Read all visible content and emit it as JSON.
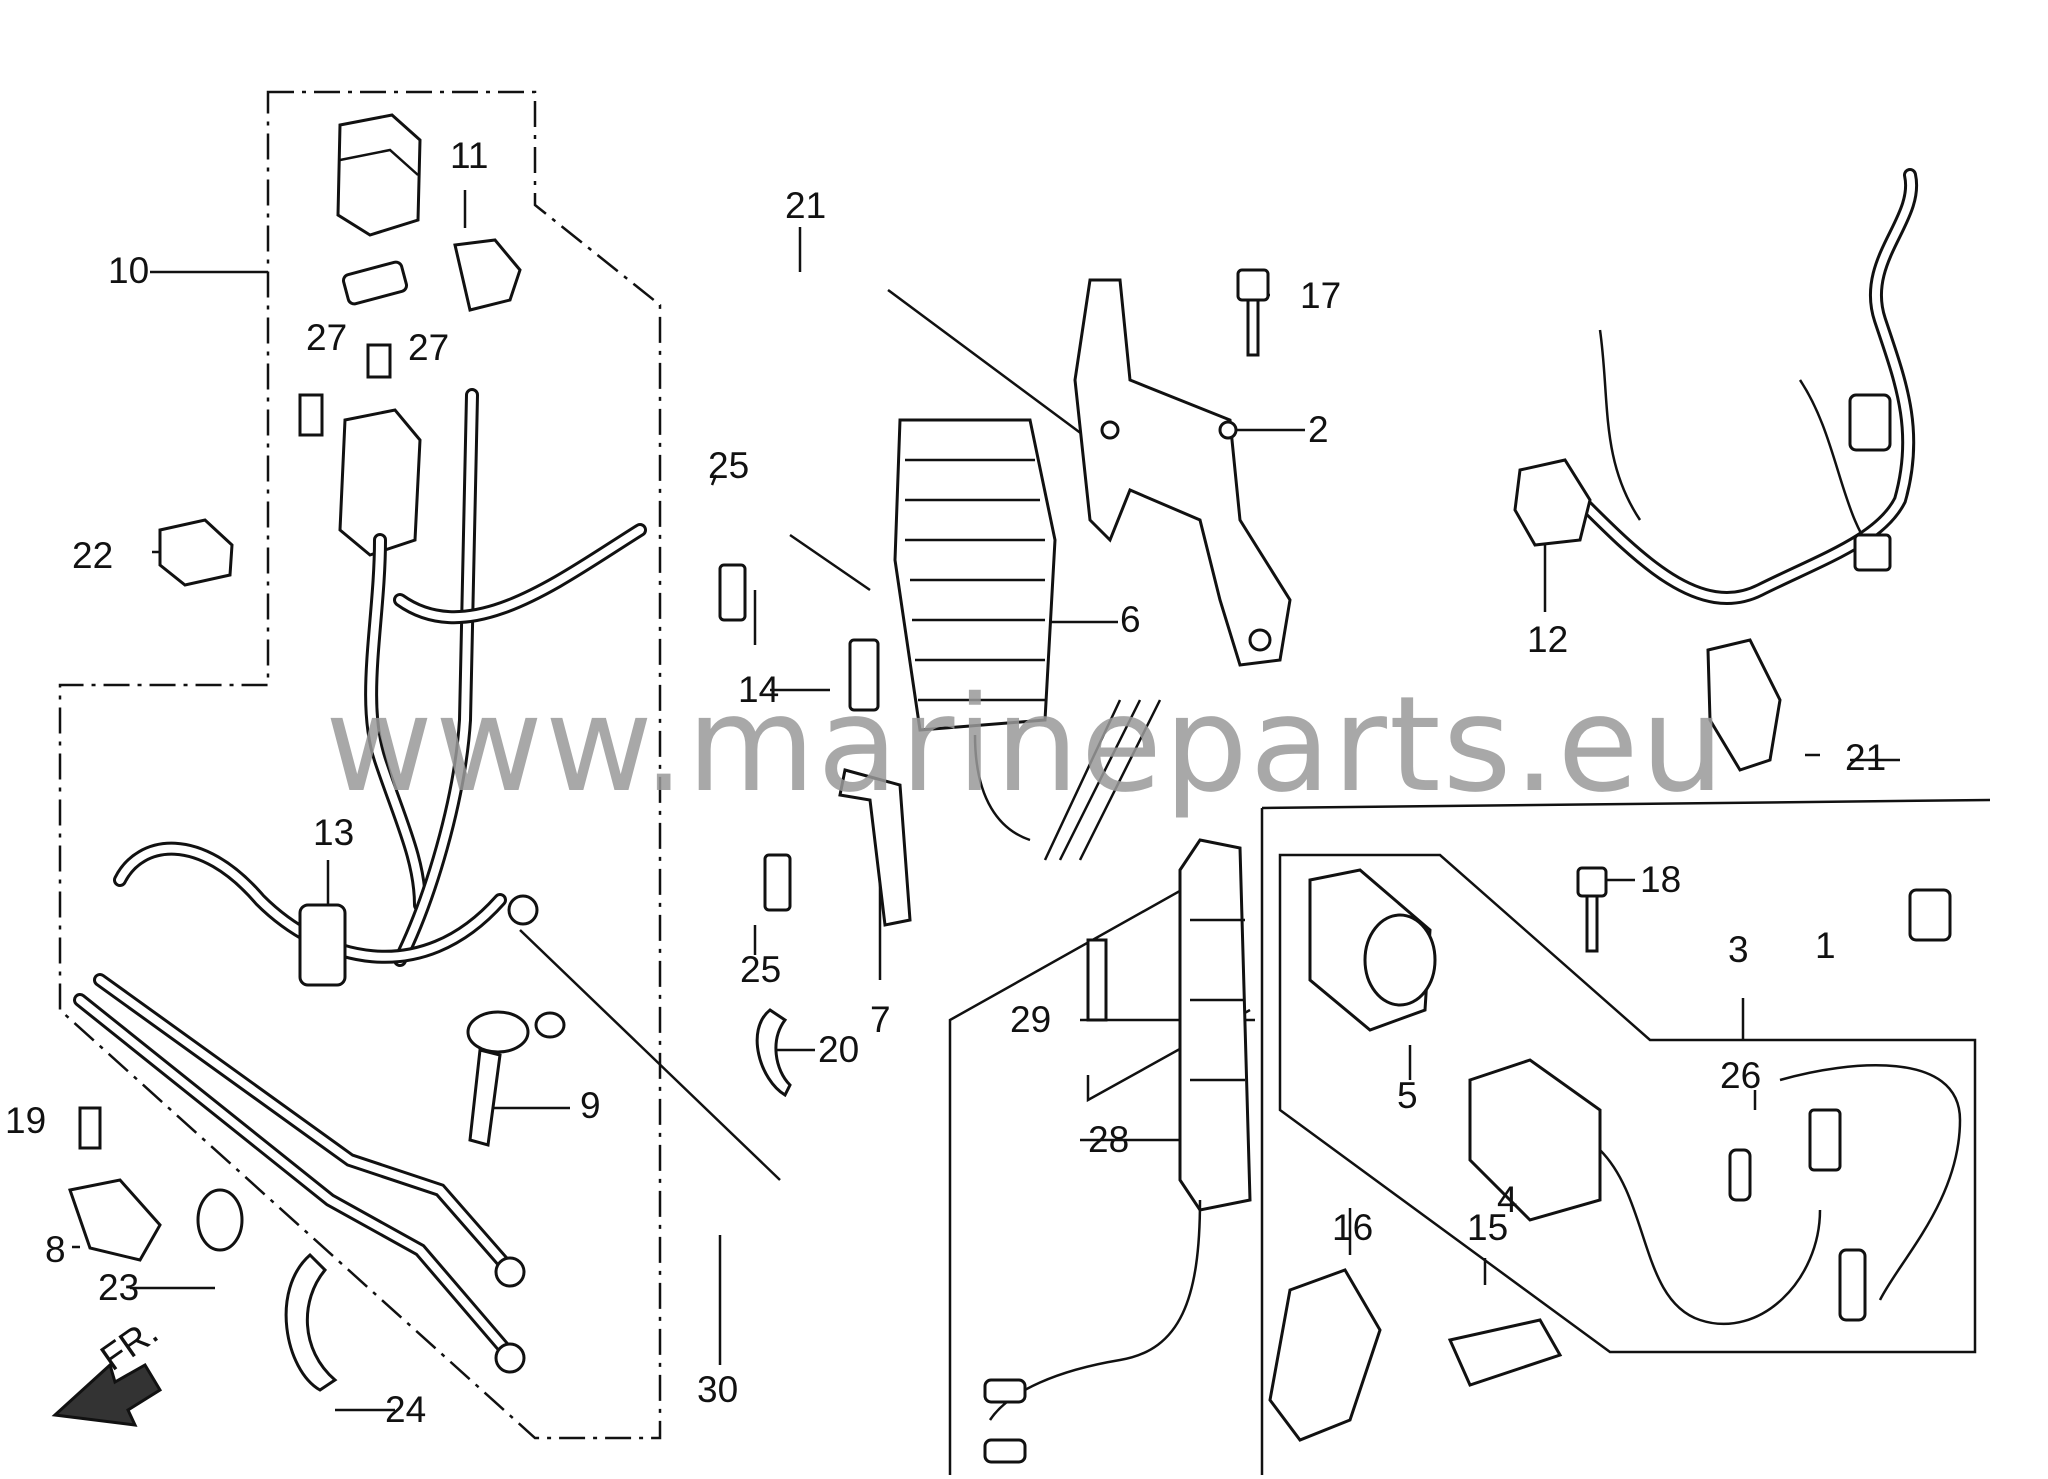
{
  "watermark": "www.marineparts.eu",
  "direction_label": "FR.",
  "callouts": [
    "1",
    "2",
    "3",
    "4",
    "5",
    "6",
    "7",
    "8",
    "9",
    "10",
    "11",
    "12",
    "13",
    "14",
    "15",
    "16",
    "17",
    "18",
    "19",
    "20",
    "21",
    "21",
    "22",
    "23",
    "24",
    "25",
    "25",
    "26",
    "27",
    "27",
    "28",
    "29",
    "30"
  ]
}
